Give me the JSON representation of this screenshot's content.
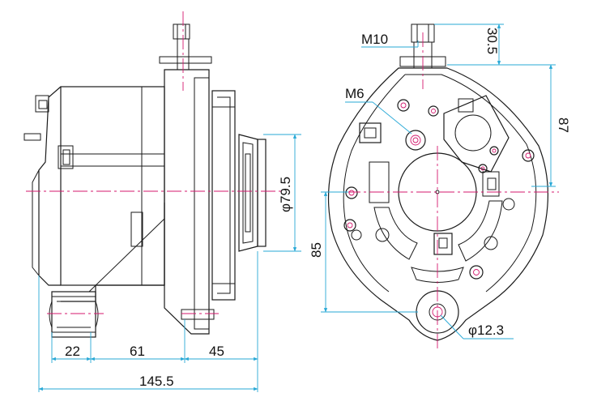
{
  "dimensions": {
    "bolt": "M10",
    "screw": "M6",
    "bolt_height": "30.5",
    "top_to_mount": "87",
    "pulley_diameter": "φ79.5",
    "mount_offset": "85",
    "hole_diameter": "φ12.3",
    "mount_width": "22",
    "body_span": "61",
    "pulley_span": "45",
    "overall_length": "145.5"
  },
  "colors": {
    "outline": "#1a1a1a",
    "dimension": "#27a8d6",
    "centerline": "#d4196e"
  }
}
